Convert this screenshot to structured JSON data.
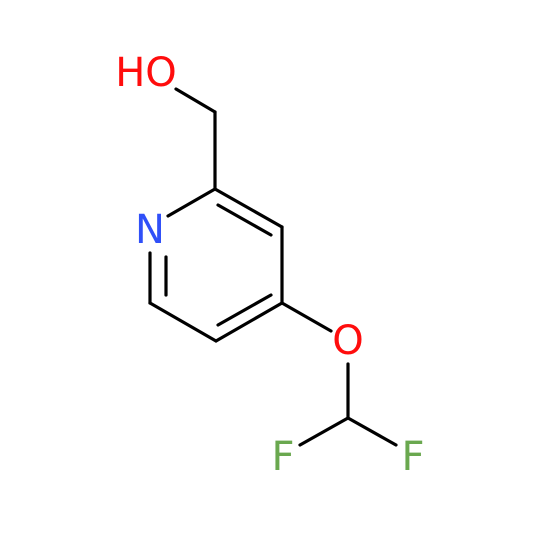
{
  "molecule": {
    "atoms": {
      "hydroxyl": {
        "label": "HO",
        "color": "#ff0d0d"
      },
      "nitrogen": {
        "label": "N",
        "color": "#3050f8"
      },
      "ether_oxygen": {
        "label": "O",
        "color": "#ff0d0d"
      },
      "fluorine_left": {
        "label": "F",
        "color": "#6aa84f"
      },
      "fluorine_right": {
        "label": "F",
        "color": "#6aa84f"
      }
    }
  }
}
